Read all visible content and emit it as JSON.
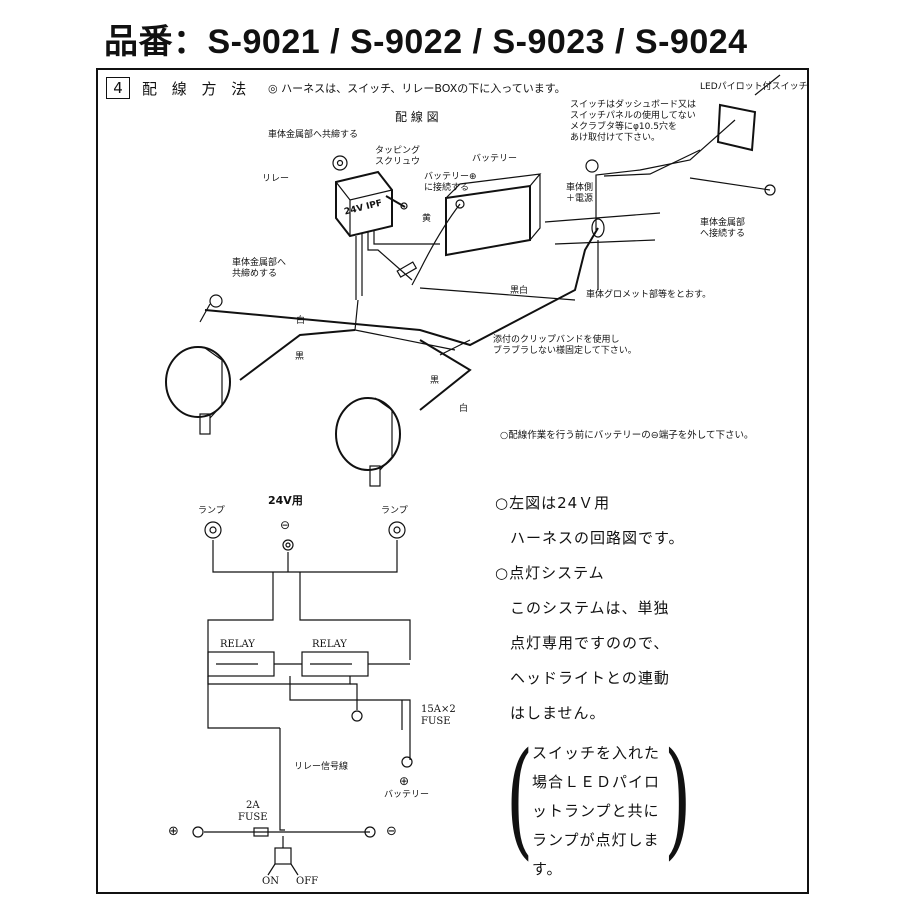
{
  "title": "品番：S-9021 / S-9022 / S-9023 / S-9024",
  "section": {
    "number": "4",
    "title": "配 線 方 法",
    "note": "◎ ハーネスは、スイッチ、リレーBOXの下に入っています。"
  },
  "wiring_diagram": {
    "heading": "配 線 図",
    "labels": {
      "body_metal_top": "車体金属部へ共締する",
      "tapping_screw": "タッピング\nスクリュウ",
      "battery": "バッテリー",
      "relay": "リレー",
      "battery_plus": "バッテリー⊕\nに接続する",
      "relay_mark": "24V IPF",
      "yellow": "黄",
      "body_metal_left": "車体金属部へ\n共締めする",
      "white1": "白",
      "black1": "黒",
      "black_white": "黒白",
      "black2": "黒",
      "white2": "白",
      "clip_band": "添付のクリップバンドを使用し\nブラブラしない様固定して下さい。",
      "grommet": "車体グロメット部等をとおす。",
      "vehicle_power": "車体側\n＋電源",
      "body_metal_right": "車体金属部\nへ接続する",
      "led_switch": "LEDパイロット付スイッチ",
      "switch_note": "スイッチはダッシュボード又は\nスイッチパネルの使用してない\nメクラブタ等にφ10.5穴を\nあけ取付けて下さい。",
      "warning": "○配線作業を行う前にバッテリーの⊖端子を外して下さい。"
    }
  },
  "circuit": {
    "voltage_label": "24V用",
    "lamp_left": "ランプ",
    "lamp_right": "ランプ",
    "minus_top": "⊖",
    "relay1": "RELAY",
    "relay2": "RELAY",
    "fuse_main": "15A×2\nFUSE",
    "relay_signal": "リレー信号線",
    "battery_label": "バッテリー",
    "battery_plus": "⊕",
    "fuse_2a": "2A\nFUSE",
    "plus_left": "⊕",
    "minus_right": "⊖",
    "on": "ON",
    "off": "OFF"
  },
  "notes": {
    "line1": "○左図は24Ｖ用",
    "line2": "ハーネスの回路図です。",
    "line3": "○点灯システム",
    "line4": "このシステムは、単独",
    "line5": "点灯専用ですのので、",
    "line6": "ヘッドライトとの連動",
    "line7": "はしません。",
    "boxed": [
      "スイッチを入れた",
      "場合ＬＥＤパイロ",
      "ットランプと共に",
      "ランプが点灯しま",
      "す。"
    ]
  }
}
